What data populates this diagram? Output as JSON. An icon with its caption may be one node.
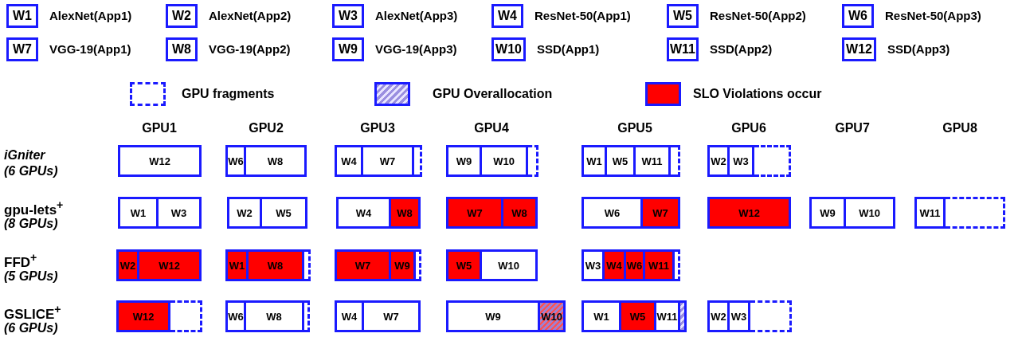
{
  "diagram": {
    "nodes": [
      {
        "text": [
          "W1"
        ],
        "beside": [
          "AlexNet(App1)"
        ]
      },
      {
        "text": [
          "W2"
        ],
        "beside": [
          "AlexNet(App2)"
        ]
      },
      {
        "text": [
          "W3"
        ],
        "beside": [
          "AlexNet(App3)"
        ]
      },
      {
        "text": [
          "W4"
        ],
        "beside": [
          "ResNet-50(App1)"
        ]
      },
      {
        "text": [
          "W5"
        ],
        "beside": [
          "ResNet-50(App2)"
        ]
      },
      {
        "text": [
          "W6"
        ],
        "beside": [
          "ResNet-50(App3)"
        ]
      },
      {
        "text": [
          "W7"
        ],
        "beside": [
          "VGG-19(App1)"
        ]
      },
      {
        "text": [
          "W8"
        ],
        "beside": [
          "VGG-19(App2)"
        ]
      },
      {
        "text": [
          "W9"
        ],
        "beside": [
          "VGG-19(App3)"
        ]
      },
      {
        "text": [
          "W10"
        ],
        "beside": [
          "SSD(App1)"
        ]
      },
      {
        "text": [
          "W11"
        ],
        "beside": [
          "SSD(App2)"
        ]
      },
      {
        "text": [
          "W12"
        ],
        "beside": [
          "SSD(App3)"
        ]
      },
      {
        "text": [
          "W12"
        ]
      },
      {
        "text": [
          "W6"
        ]
      },
      {
        "text": [
          "W8"
        ]
      },
      {
        "text": [
          "W4"
        ]
      },
      {
        "text": [
          "W7"
        ]
      },
      {
        "text": [],
        "shape": "box"
      },
      {
        "text": [
          "W9"
        ]
      },
      {
        "text": [
          "W10"
        ]
      },
      {
        "text": [],
        "shape": "box"
      },
      {
        "text": [
          "W1"
        ]
      },
      {
        "text": [
          "W5"
        ]
      },
      {
        "text": [
          "W11"
        ]
      },
      {
        "text": [],
        "shape": "box"
      },
      {
        "text": [
          "W2"
        ]
      },
      {
        "text": [
          "W3"
        ]
      },
      {
        "text": [],
        "shape": "box"
      },
      {
        "text": [
          "W1"
        ]
      },
      {
        "text": [
          "W3"
        ]
      },
      {
        "text": [
          "W2"
        ]
      },
      {
        "text": [
          "W5"
        ]
      },
      {
        "text": [
          "W4"
        ]
      },
      {
        "text": [
          "W8"
        ]
      },
      {
        "text": [
          "W7"
        ]
      },
      {
        "text": [
          "W8"
        ]
      },
      {
        "text": [
          "W6"
        ]
      },
      {
        "text": [
          "W7"
        ]
      },
      {
        "text": [
          "W12"
        ]
      },
      {
        "text": [
          "W9"
        ]
      },
      {
        "text": [
          "W10"
        ]
      },
      {
        "text": [
          "W11"
        ]
      },
      {
        "text": [],
        "shape": "box"
      },
      {
        "text": [
          "W2"
        ]
      },
      {
        "text": [
          "W12"
        ]
      },
      {
        "text": [
          "W1"
        ]
      },
      {
        "text": [
          "W8"
        ]
      },
      {
        "text": [],
        "shape": "box"
      },
      {
        "text": [
          "W7"
        ]
      },
      {
        "text": [
          "W9"
        ]
      },
      {
        "text": [],
        "shape": "box"
      },
      {
        "text": [
          "W5"
        ]
      },
      {
        "text": [
          "W10"
        ]
      },
      {
        "text": [
          "W3"
        ]
      },
      {
        "text": [
          "W4"
        ]
      },
      {
        "text": [
          "W6"
        ]
      },
      {
        "text": [
          "W11"
        ]
      },
      {
        "text": [],
        "shape": "box"
      },
      {
        "text": [
          "W12"
        ]
      },
      {
        "text": [],
        "shape": "box"
      },
      {
        "text": [
          "W6"
        ]
      },
      {
        "text": [
          "W8"
        ]
      },
      {
        "text": [],
        "shape": "box"
      },
      {
        "text": [
          "W4"
        ]
      },
      {
        "text": [
          "W7"
        ]
      },
      {
        "text": [
          "W9"
        ]
      },
      {
        "text": [
          "W10"
        ]
      },
      {
        "text": [
          "W1"
        ]
      },
      {
        "text": [
          "W5"
        ]
      },
      {
        "text": [
          "W11"
        ]
      },
      {
        "text": [],
        "shape": "bar"
      },
      {
        "text": [
          "W2"
        ]
      },
      {
        "text": [
          "W3"
        ]
      },
      {
        "text": [],
        "shape": "box"
      }
    ],
    "labels": [
      "GPU1",
      "GPU2",
      "GPU3",
      "GPU4",
      "GPU5",
      "GPU6",
      "GPU7",
      "GPU8",
      "iGniter",
      "(6 GPUs)",
      "gpu-lets$^{+}$",
      "(8 GPUs)",
      "FFD$^{+}$",
      "(5 GPUs)",
      "GSLICE$^{+}$",
      "(6 GPUs)"
    ],
    "legend": [
      {
        "text": "GPU fragments"
      },
      {
        "text": "GPU Overallocation"
      },
      {
        "text": "SLO Violations occur",
        "color": "#ff0000"
      }
    ]
  }
}
